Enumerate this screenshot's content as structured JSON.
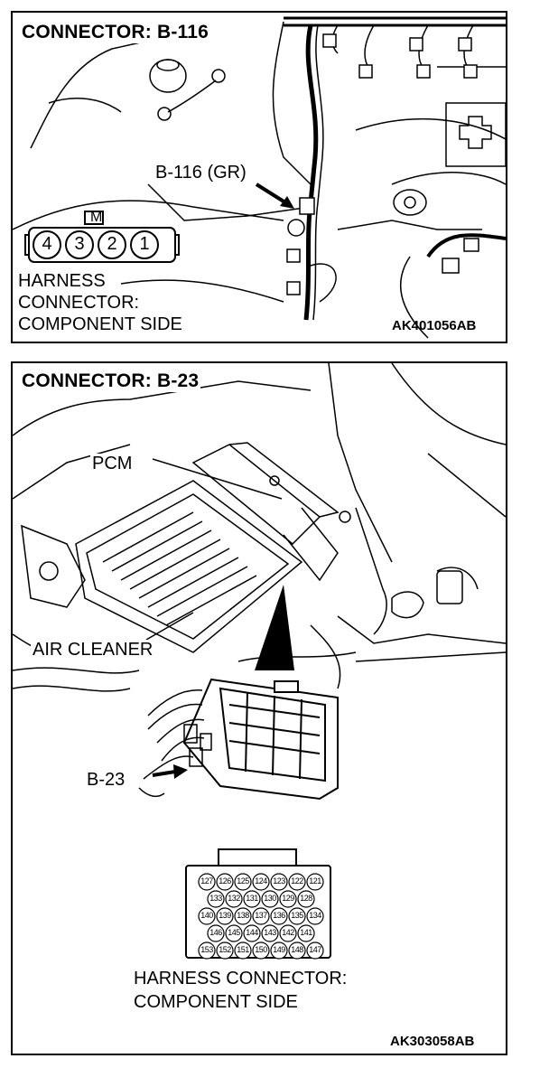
{
  "connector_b116": {
    "title": "CONNECTOR: B-116",
    "callout": "B-116 (GR)",
    "key_label": "M",
    "pins": [
      "4",
      "3",
      "2",
      "1"
    ],
    "caption_line1": "HARNESS",
    "caption_line2": "CONNECTOR:",
    "caption_line3": "COMPONENT SIDE",
    "figure_code": "AK401056AB"
  },
  "connector_b23": {
    "title": "CONNECTOR: B-23",
    "pcm_label": "PCM",
    "air_cleaner_label": "AIR CLEANER",
    "callout": "B-23",
    "pin_rows": [
      [
        "127",
        "126",
        "125",
        "124",
        "123",
        "122",
        "121"
      ],
      [
        "133",
        "132",
        "131",
        "130",
        "129",
        "128"
      ],
      [
        "140",
        "139",
        "138",
        "137",
        "136",
        "135",
        "134"
      ],
      [
        "146",
        "145",
        "144",
        "143",
        "142",
        "141"
      ],
      [
        "153",
        "152",
        "151",
        "150",
        "149",
        "148",
        "147"
      ]
    ],
    "caption_line1": "HARNESS CONNECTOR:",
    "caption_line2": "COMPONENT SIDE",
    "figure_code": "AK303058AB"
  }
}
